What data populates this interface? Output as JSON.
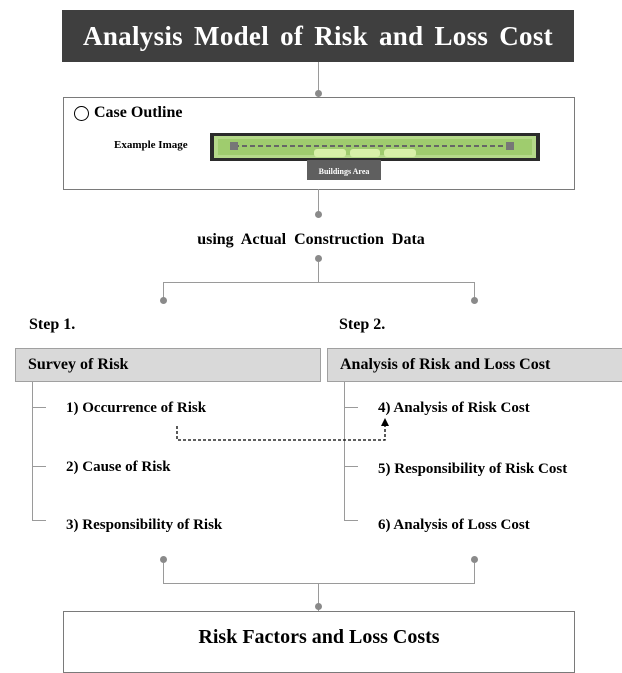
{
  "title": "Analysis Model of Risk and Loss Cost",
  "case_outline": {
    "heading": "Case Outline",
    "example_label": "Example Image",
    "buildings_label": "Buildings Area"
  },
  "data_source": "using Actual Construction Data",
  "step1": {
    "label": "Step 1.",
    "box": "Survey of Risk",
    "items": [
      "1) Occurrence of Risk",
      "2) Cause of Risk",
      "3) Responsibility of Risk"
    ]
  },
  "step2": {
    "label": "Step 2.",
    "box": "Analysis of Risk and Loss Cost",
    "items": [
      "4) Analysis of Risk Cost",
      "5) Responsibility of Risk Cost",
      "6) Analysis of Loss Cost"
    ]
  },
  "result": "Risk Factors and Loss Costs"
}
